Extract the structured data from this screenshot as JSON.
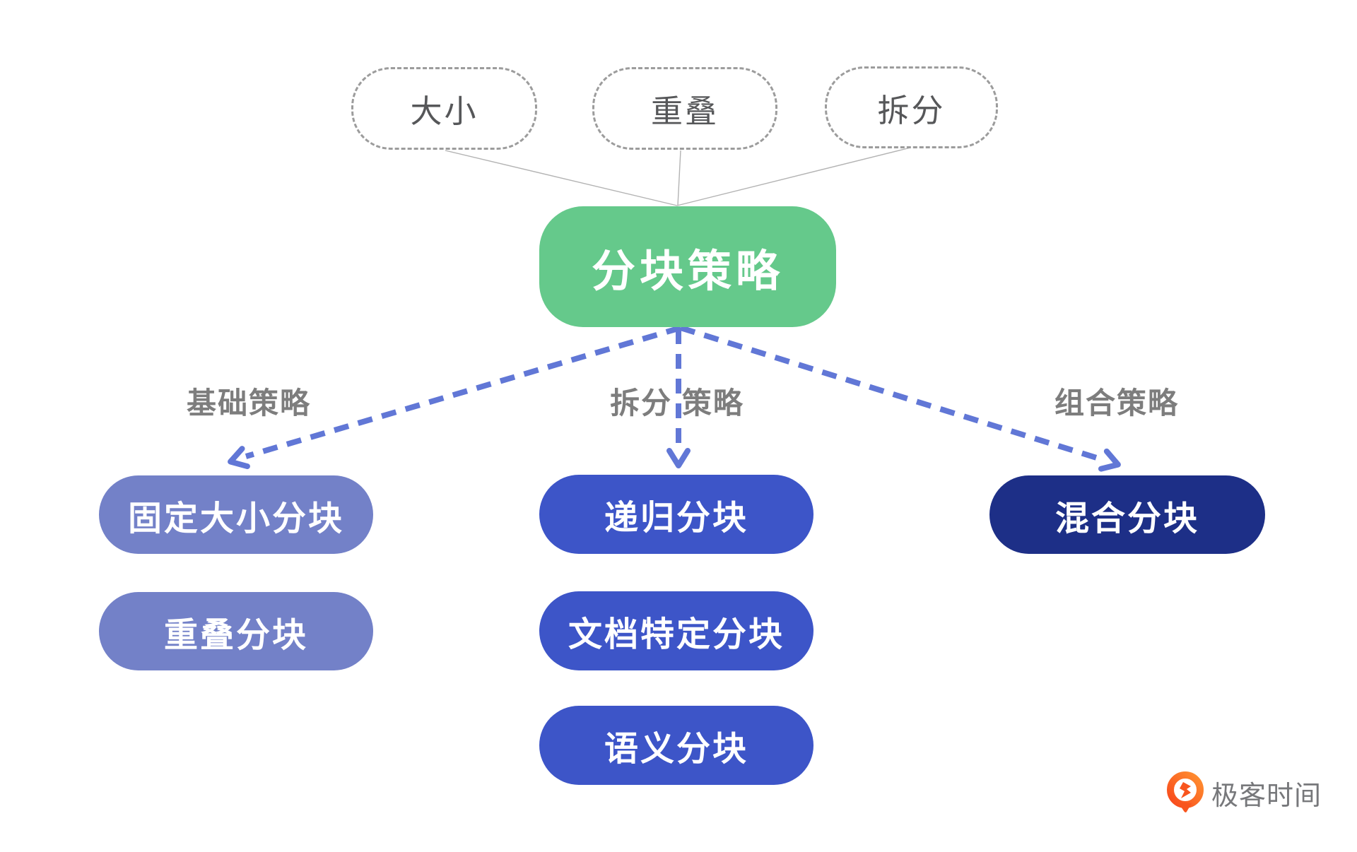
{
  "diagram": {
    "inputs": [
      {
        "label": "大小"
      },
      {
        "label": "重叠"
      },
      {
        "label": "拆分"
      }
    ],
    "root": {
      "label": "分块策略",
      "color": "#65C98B"
    },
    "branches": [
      {
        "label": "基础策略",
        "node_color": "#7381C8",
        "nodes": [
          "固定大小分块",
          "重叠分块"
        ]
      },
      {
        "label": "拆分 策略",
        "node_color": "#3D55C8",
        "nodes": [
          "递归分块",
          "文档特定分块",
          "语义分块"
        ]
      },
      {
        "label": "组合策略",
        "node_color": "#1D2F87",
        "nodes": [
          "混合分块"
        ]
      }
    ],
    "arrow_color": "#6177D6",
    "connector_color": "#b3b3b3"
  },
  "footer": {
    "brand": "极客时间"
  }
}
